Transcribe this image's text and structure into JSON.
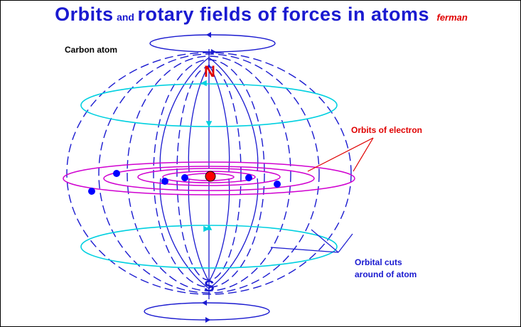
{
  "title": {
    "part1": "Orbits",
    "joiner": "and",
    "part2": "rotary fields of forces in atoms",
    "author": "ferman"
  },
  "labels": {
    "atom": "Carbon atom",
    "north": "N",
    "south": "S",
    "orbits": "Orbits of electron",
    "orbital_cuts_line1": "Orbital cuts",
    "orbital_cuts_line2": "around of atom"
  },
  "colors": {
    "field_lines": "#1a1ad0",
    "orbits": "#d000d0",
    "orbital_cuts": "#00d0e0",
    "nucleus": "#ff0000",
    "electrons": "#0000ff",
    "title": "#1a1ad0",
    "accent_red": "#e00000"
  }
}
